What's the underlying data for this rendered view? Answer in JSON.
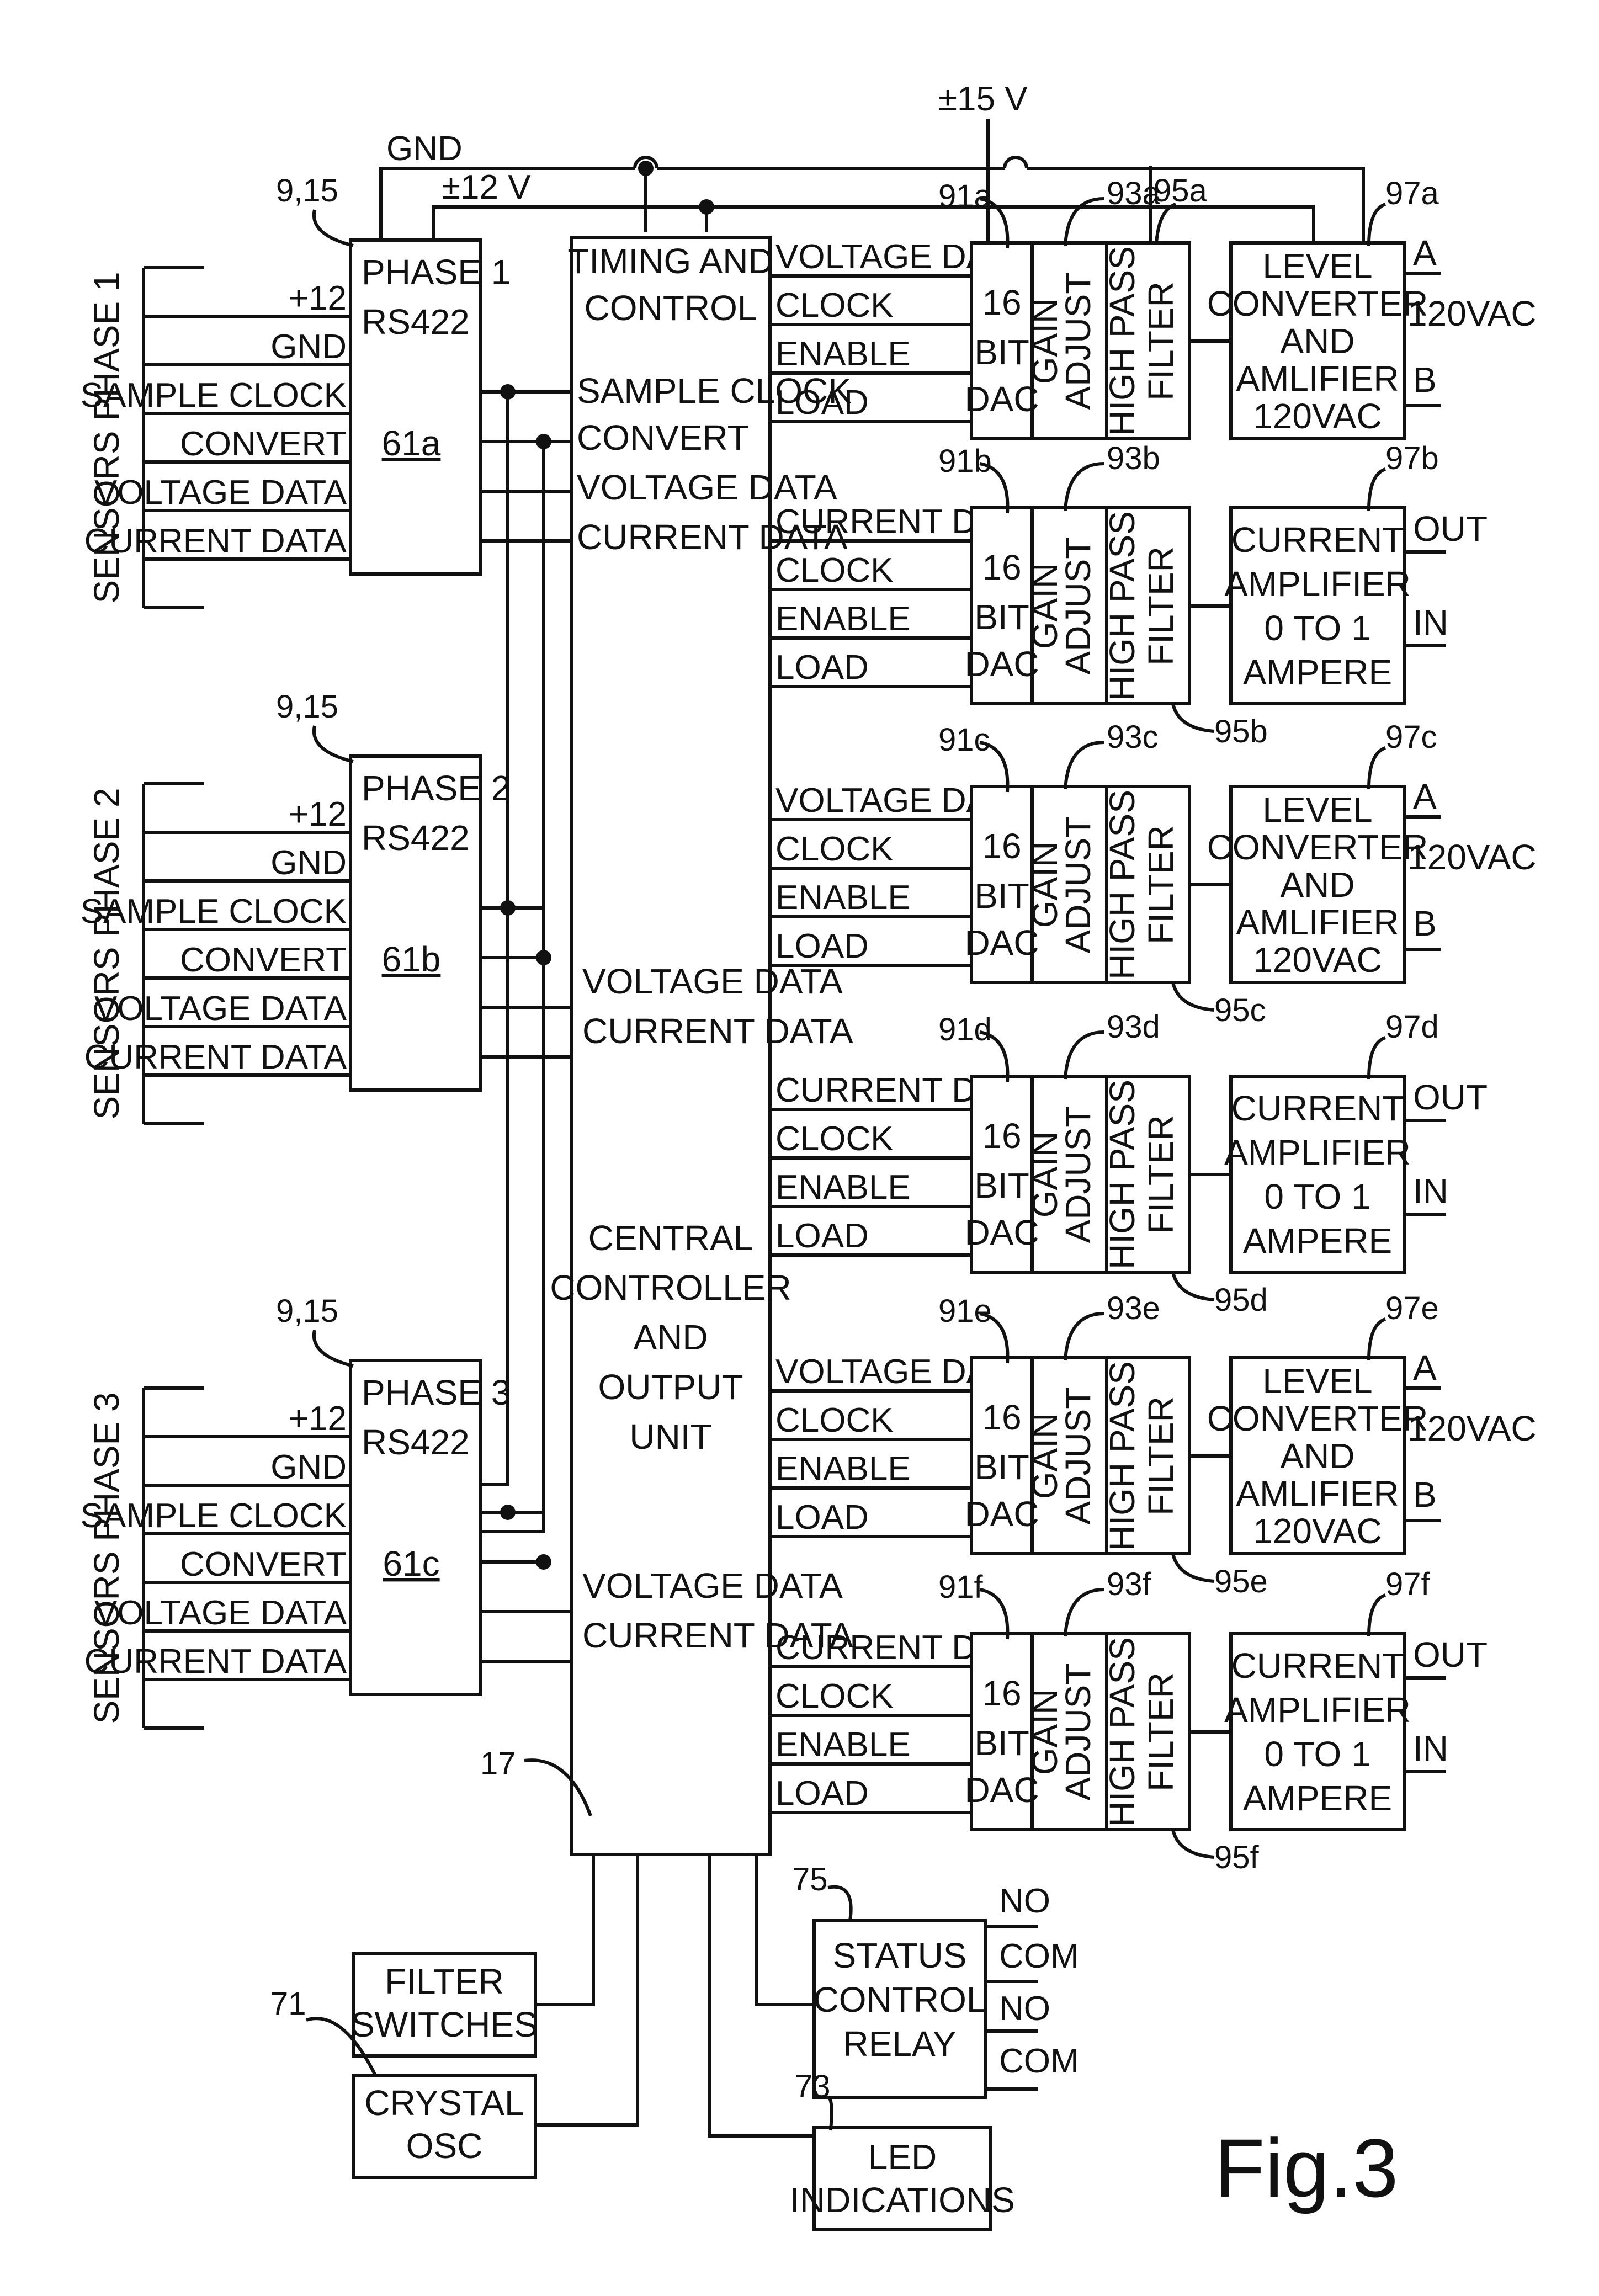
{
  "figure_label": "Fig.3",
  "power": {
    "gnd": "GND",
    "plus12": "±12 V",
    "plus15": "±15 V"
  },
  "sensor_groups": [
    {
      "title": "SENSORS PHASE 1",
      "ref": "9,15",
      "phase": "PHASE 1",
      "rs": "RS422",
      "unit": "61a",
      "inputs": [
        "+12",
        "GND",
        "SAMPLE CLOCK",
        "CONVERT",
        "VOLTAGE DATA",
        "CURRENT DATA"
      ]
    },
    {
      "title": "SENSORS PHASE 2",
      "ref": "9,15",
      "phase": "PHASE 2",
      "rs": "RS422",
      "unit": "61b",
      "inputs": [
        "+12",
        "GND",
        "SAMPLE CLOCK",
        "CONVERT",
        "VOLTAGE DATA",
        "CURRENT DATA"
      ]
    },
    {
      "title": "SENSORS PHASE 3",
      "ref": "9,15",
      "phase": "PHASE 3",
      "rs": "RS422",
      "unit": "61c",
      "inputs": [
        "+12",
        "GND",
        "SAMPLE CLOCK",
        "CONVERT",
        "VOLTAGE DATA",
        "CURRENT DATA"
      ]
    }
  ],
  "controller": {
    "ref": "17",
    "timing": [
      "TIMING AND",
      "CONTROL"
    ],
    "title": [
      "CENTRAL",
      "CONTROLLER",
      "AND",
      "OUTPUT",
      "UNIT"
    ],
    "ports_phase1": [
      "SAMPLE CLOCK",
      "CONVERT",
      "VOLTAGE DATA",
      "CURRENT DATA"
    ],
    "ports_phase2": [
      "VOLTAGE DATA",
      "CURRENT DATA"
    ],
    "ports_phase3": [
      "VOLTAGE DATA",
      "CURRENT DATA"
    ]
  },
  "channels": [
    {
      "dac_ref": "91a",
      "gain_ref": "93a",
      "filter_ref": "95a",
      "out_ref": "97a",
      "signals": [
        "VOLTAGE DATA",
        "CLOCK",
        "ENABLE",
        "LOAD"
      ],
      "dac": [
        "16",
        "BIT",
        "DAC"
      ],
      "gain": [
        "GAIN",
        "ADJUST"
      ],
      "filter": [
        "HIGH PASS",
        "FILTER"
      ],
      "out": [
        "LEVEL",
        "CONVERTER",
        "AND",
        "AMLIFIER",
        "120VAC"
      ],
      "terminals": [
        "A",
        "120VAC",
        "B"
      ]
    },
    {
      "dac_ref": "91b",
      "gain_ref": "93b",
      "filter_ref": "95b",
      "out_ref": "97b",
      "signals": [
        "CURRENT DATA",
        "CLOCK",
        "ENABLE",
        "LOAD"
      ],
      "dac": [
        "16",
        "BIT",
        "DAC"
      ],
      "gain": [
        "GAIN",
        "ADJUST"
      ],
      "filter": [
        "HIGH PASS",
        "FILTER"
      ],
      "out": [
        "CURRENT",
        "AMPLIFIER",
        "0 TO 1",
        "AMPERE"
      ],
      "terminals": [
        "OUT",
        "IN"
      ]
    },
    {
      "dac_ref": "91c",
      "gain_ref": "93c",
      "filter_ref": "95c",
      "out_ref": "97c",
      "signals": [
        "VOLTAGE DATA",
        "CLOCK",
        "ENABLE",
        "LOAD"
      ],
      "dac": [
        "16",
        "BIT",
        "DAC"
      ],
      "gain": [
        "GAIN",
        "ADJUST"
      ],
      "filter": [
        "HIGH PASS",
        "FILTER"
      ],
      "out": [
        "LEVEL",
        "CONVERTER",
        "AND",
        "AMLIFIER",
        "120VAC"
      ],
      "terminals": [
        "A",
        "120VAC",
        "B"
      ]
    },
    {
      "dac_ref": "91d",
      "gain_ref": "93d",
      "filter_ref": "95d",
      "out_ref": "97d",
      "signals": [
        "CURRENT DATA",
        "CLOCK",
        "ENABLE",
        "LOAD"
      ],
      "dac": [
        "16",
        "BIT",
        "DAC"
      ],
      "gain": [
        "GAIN",
        "ADJUST"
      ],
      "filter": [
        "HIGH PASS",
        "FILTER"
      ],
      "out": [
        "CURRENT",
        "AMPLIFIER",
        "0 TO 1",
        "AMPERE"
      ],
      "terminals": [
        "OUT",
        "IN"
      ]
    },
    {
      "dac_ref": "91e",
      "gain_ref": "93e",
      "filter_ref": "95e",
      "out_ref": "97e",
      "signals": [
        "VOLTAGE DATA",
        "CLOCK",
        "ENABLE",
        "LOAD"
      ],
      "dac": [
        "16",
        "BIT",
        "DAC"
      ],
      "gain": [
        "GAIN",
        "ADJUST"
      ],
      "filter": [
        "HIGH PASS",
        "FILTER"
      ],
      "out": [
        "LEVEL",
        "CONVERTER",
        "AND",
        "AMLIFIER",
        "120VAC"
      ],
      "terminals": [
        "A",
        "120VAC",
        "B"
      ]
    },
    {
      "dac_ref": "91f",
      "gain_ref": "93f",
      "filter_ref": "95f",
      "out_ref": "97f",
      "signals": [
        "CURRENT DATA",
        "CLOCK",
        "ENABLE",
        "LOAD"
      ],
      "dac": [
        "16",
        "BIT",
        "DAC"
      ],
      "gain": [
        "GAIN",
        "ADJUST"
      ],
      "filter": [
        "HIGH PASS",
        "FILTER"
      ],
      "out": [
        "CURRENT",
        "AMPLIFIER",
        "0 TO 1",
        "AMPERE"
      ],
      "terminals": [
        "OUT",
        "IN"
      ]
    }
  ],
  "peripherals": {
    "filter_switches": [
      "FILTER",
      "SWITCHES"
    ],
    "crystal": {
      "ref": "71",
      "label": [
        "CRYSTAL",
        "OSC"
      ]
    },
    "relay": {
      "ref": "75",
      "label": [
        "STATUS",
        "CONTROL",
        "RELAY"
      ],
      "contacts": [
        "NO",
        "COM",
        "NO",
        "COM"
      ]
    },
    "led": {
      "ref": "73",
      "label": [
        "LED",
        "INDICATIONS"
      ]
    }
  }
}
